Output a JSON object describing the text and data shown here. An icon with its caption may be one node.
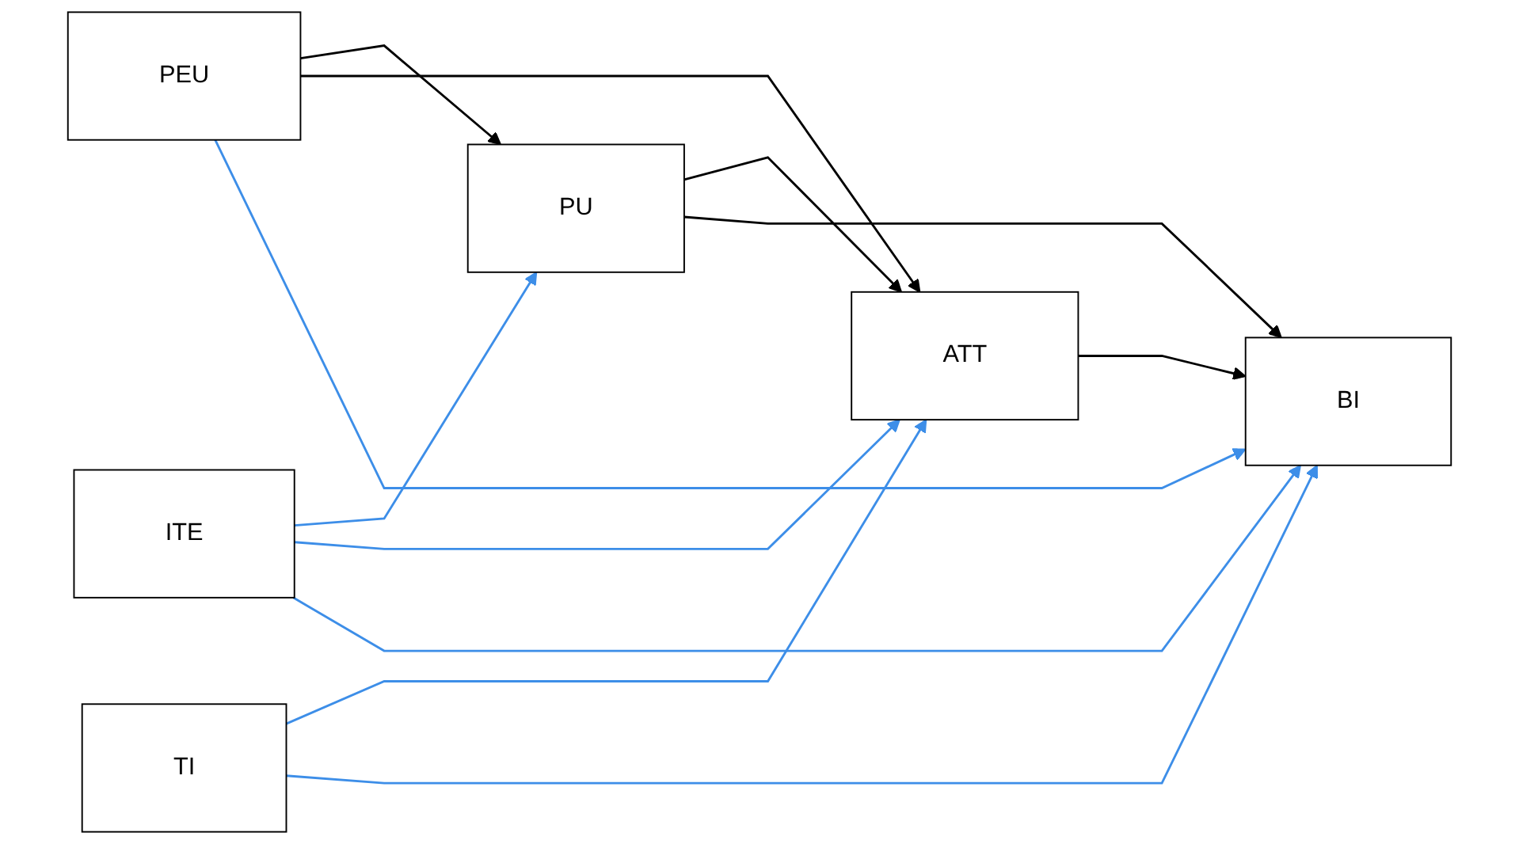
{
  "diagram": {
    "nodes": [
      {
        "text": [
          "PEU"
        ]
      },
      {
        "text": [
          "PU"
        ]
      },
      {
        "text": [
          "ITE"
        ]
      },
      {
        "text": [
          "TI"
        ]
      },
      {
        "text": [
          "ATT"
        ]
      },
      {
        "text": [
          "BI"
        ]
      }
    ],
    "edges": [
      {
        "from": 0,
        "to": 1,
        "arrow": "to",
        "color": "#000000"
      },
      {
        "from": 0,
        "to": 4,
        "arrow": "to",
        "color": "#000000"
      },
      {
        "from": 0,
        "to": 5,
        "arrow": "to"
      },
      {
        "from": 1,
        "to": 4,
        "arrow": "to",
        "color": "#000000"
      },
      {
        "from": 1,
        "to": 5,
        "arrow": "to",
        "color": "#000000"
      },
      {
        "from": 2,
        "to": 1,
        "arrow": "to"
      },
      {
        "from": 2,
        "to": 4,
        "arrow": "to"
      },
      {
        "from": 2,
        "to": 5,
        "arrow": "to"
      },
      {
        "from": 3,
        "to": 4,
        "arrow": "to"
      },
      {
        "from": 3,
        "to": 5,
        "arrow": "to"
      },
      {
        "from": 4,
        "to": 5,
        "arrow": "to",
        "color": "#000000"
      }
    ]
  }
}
